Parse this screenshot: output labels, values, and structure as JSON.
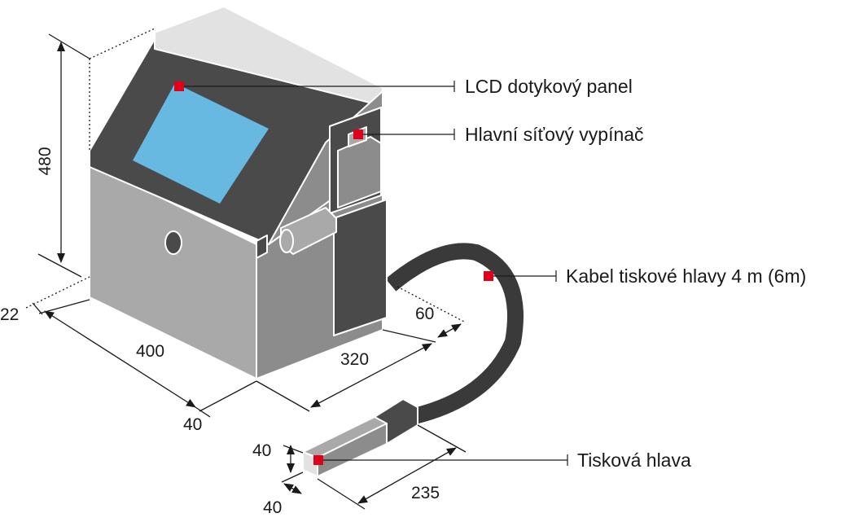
{
  "colors": {
    "body_light": "#a9a9a9",
    "body_mid": "#8c8c8c",
    "body_dark": "#4a4a4a",
    "top_light": "#e2e2e2",
    "screen": "#67b9e1",
    "marker": "#e1001a",
    "cable": "#3a3a3a",
    "outline": "#ffffff",
    "dim_line": "#1a1a1a"
  },
  "callouts": {
    "lcd": "LCD dotykový panel",
    "switch": "Hlavní síťový vypínač",
    "cable": "Kabel tiskové hlavy 4 m (6m)",
    "head": "Tisková hlava"
  },
  "dimensions": {
    "height": "480",
    "side_offset": "22",
    "width": "400",
    "base_front": "40",
    "depth": "320",
    "cable_offset": "60",
    "head_height": "40",
    "head_width": "40",
    "head_length": "235"
  }
}
